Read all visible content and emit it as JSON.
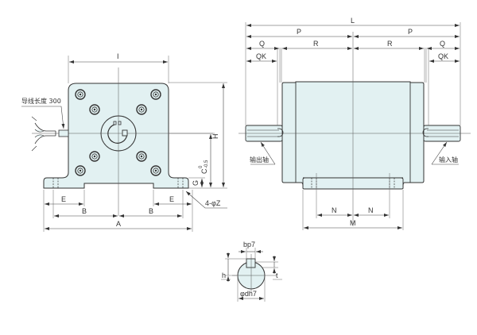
{
  "front_view": {
    "lead_label": "导线长度 300",
    "dims": {
      "I": "I",
      "H": "H",
      "C": "C",
      "C_tol_upper": "0",
      "C_tol_lower": "-0.5",
      "G": "G",
      "E_left": "E",
      "E_right": "E",
      "B_left": "B",
      "B_right": "B",
      "A": "A",
      "holes": "4-φZ"
    }
  },
  "side_view": {
    "output_shaft_label": "输出轴",
    "input_shaft_label": "输入轴",
    "dims": {
      "L": "L",
      "P_left": "P",
      "P_right": "P",
      "Q_left": "Q",
      "Q_right": "Q",
      "R_left": "R",
      "R_right": "R",
      "QK_left": "QK",
      "QK_right": "QK",
      "N_left": "N",
      "N_right": "N",
      "M": "M"
    }
  },
  "shaft_section": {
    "key_width": "bp7",
    "h": "h",
    "t": "t",
    "diameter": "φdh7"
  },
  "colors": {
    "body_fill": "#e2f1f2",
    "line": "#333333"
  }
}
